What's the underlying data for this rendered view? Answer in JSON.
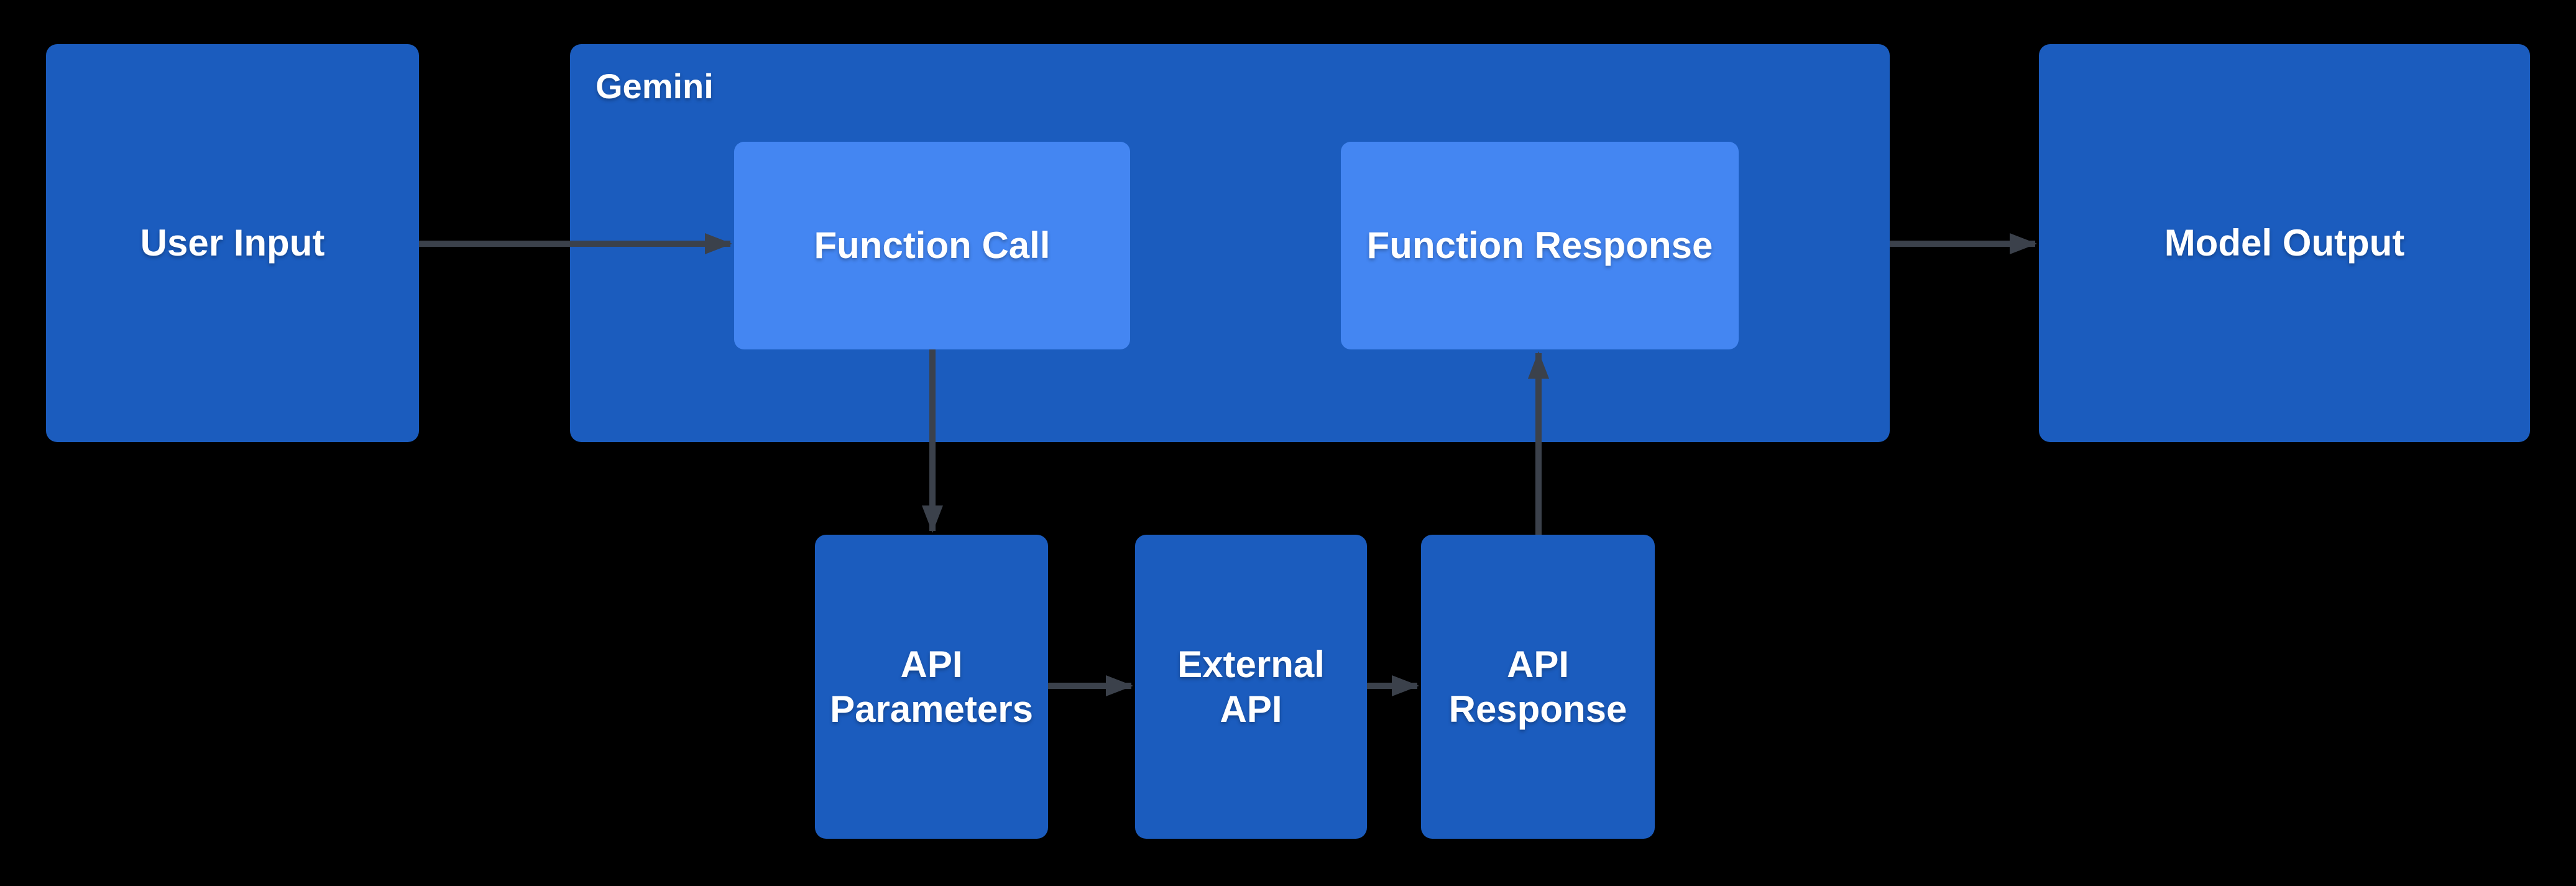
{
  "diagram": {
    "colors": {
      "background": "#000000",
      "box_dark_blue": "#1b5cbe",
      "box_light_blue": "#4486f2",
      "arrow": "#3b414b",
      "text": "#ffffff"
    },
    "nodes": {
      "user_input": {
        "label": "User Input"
      },
      "gemini": {
        "label": "Gemini"
      },
      "function_call": {
        "label": "Function Call"
      },
      "function_response": {
        "label": "Function Response"
      },
      "model_output": {
        "label": "Model Output"
      },
      "api_parameters": {
        "label": "API Parameters"
      },
      "external_api": {
        "label": "External API"
      },
      "api_response": {
        "label": "API Response"
      }
    },
    "edges": [
      {
        "from": "user_input",
        "to": "function_call"
      },
      {
        "from": "function_call",
        "to": "api_parameters"
      },
      {
        "from": "api_parameters",
        "to": "external_api"
      },
      {
        "from": "external_api",
        "to": "api_response"
      },
      {
        "from": "api_response",
        "to": "function_response"
      },
      {
        "from": "gemini",
        "to": "model_output"
      }
    ]
  }
}
